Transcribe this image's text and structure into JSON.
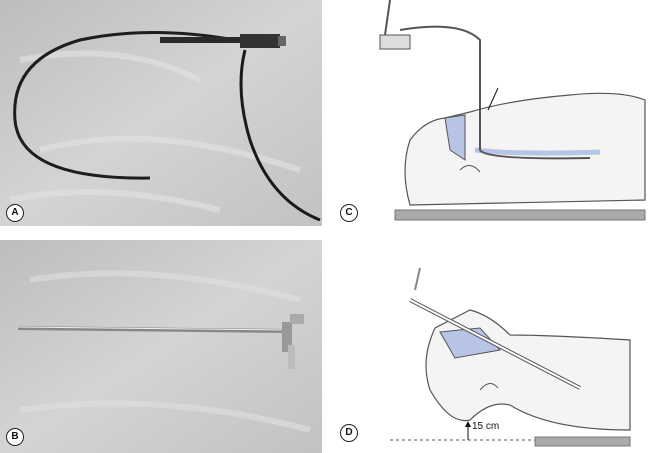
{
  "panels": [
    {
      "id": "A",
      "label": "A"
    },
    {
      "id": "B",
      "label": "B"
    },
    {
      "id": "C",
      "label": "C"
    },
    {
      "id": "D",
      "label": "D"
    }
  ],
  "annotations": {
    "height_measure": "15 cm"
  },
  "colors": {
    "background_cloth": "#c9c9c9",
    "airway_fill": "#b8c4e6",
    "outline": "#555555",
    "table": "#aaaaaa"
  }
}
